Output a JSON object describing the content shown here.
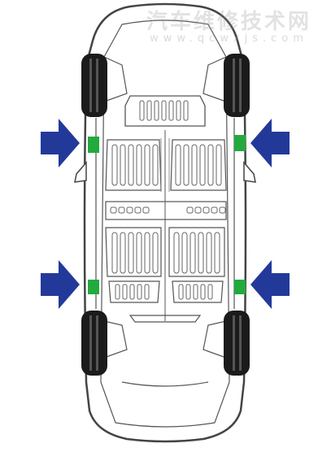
{
  "watermark": {
    "title": "汽车维修技术网",
    "url": "www.qcwxjs.com"
  },
  "colors": {
    "arrow": "#23399a",
    "lift_point": "#22aa3e",
    "outline": "#444444",
    "tire": "#1b1b1b"
  },
  "icons": {
    "arrow": "arrow-right-icon / arrow-left-icon",
    "lift_point": "green-square-pad"
  }
}
